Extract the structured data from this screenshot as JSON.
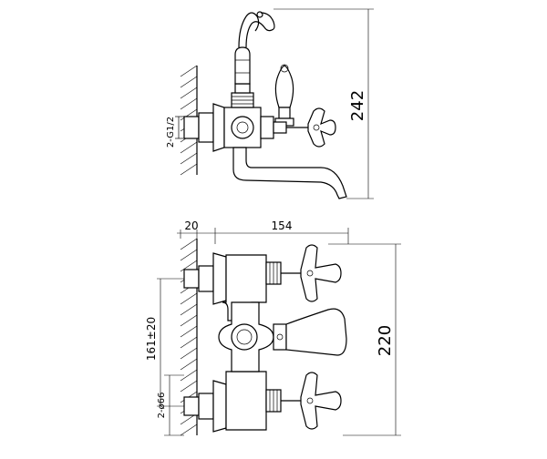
{
  "dimensions": {
    "height_top": "242",
    "connection_top": "2-G1/2",
    "wall_offset": "20",
    "width": "154",
    "height_front": "220",
    "center_distance": "161±20",
    "flange_diameter": "2-ø66"
  }
}
